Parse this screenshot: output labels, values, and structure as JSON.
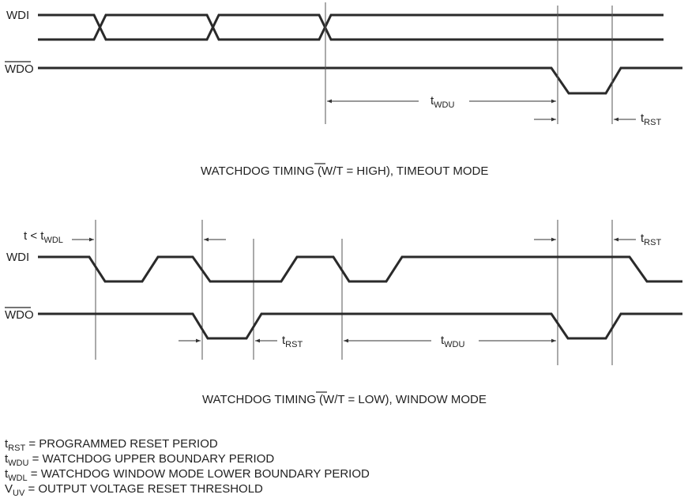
{
  "signals": {
    "wdi": "WDI",
    "wdo": "WDO"
  },
  "top": {
    "caption_pre": "WATCHDOG TIMING (",
    "caption_bar": "W",
    "caption_post": "/T = HIGH), TIMEOUT MODE",
    "t_wdu": {
      "base": "t",
      "sub": "WDU"
    },
    "t_rst": {
      "base": "t",
      "sub": "RST"
    }
  },
  "bottom": {
    "caption_pre": "WATCHDOG TIMING (",
    "caption_bar": "W",
    "caption_post": "/T = LOW), WINDOW MODE",
    "t_lt_wdl": {
      "base": "t < t",
      "sub": "WDL"
    },
    "t_rst_right": {
      "base": "t",
      "sub": "RST"
    },
    "t_rst_mid": {
      "base": "t",
      "sub": "RST"
    },
    "t_wdu": {
      "base": "t",
      "sub": "WDU"
    }
  },
  "legend": [
    {
      "base": "t",
      "sub": "RST",
      "text": " = PROGRAMMED RESET PERIOD"
    },
    {
      "base": "t",
      "sub": "WDU",
      "text": " = WATCHDOG UPPER BOUNDARY PERIOD"
    },
    {
      "base": "t",
      "sub": "WDL",
      "text": " = WATCHDOG WINDOW MODE LOWER BOUNDARY PERIOD"
    },
    {
      "base": "V",
      "sub": "UV",
      "text": " = OUTPUT VOLTAGE RESET THRESHOLD"
    }
  ],
  "colors": {
    "trace": "#2a2a2a",
    "marker": "#555555",
    "text": "#222222"
  }
}
